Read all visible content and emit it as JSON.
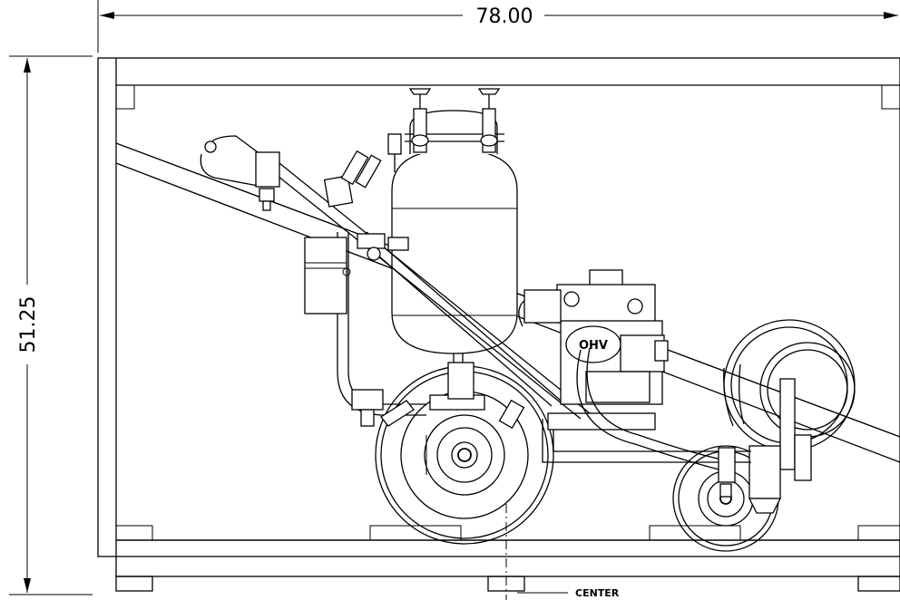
{
  "dimensions": {
    "width_label": "78.00",
    "height_label": "51.25"
  },
  "notes": {
    "center_label": "CENTER"
  },
  "engine_badge": {
    "text": "OHV"
  }
}
